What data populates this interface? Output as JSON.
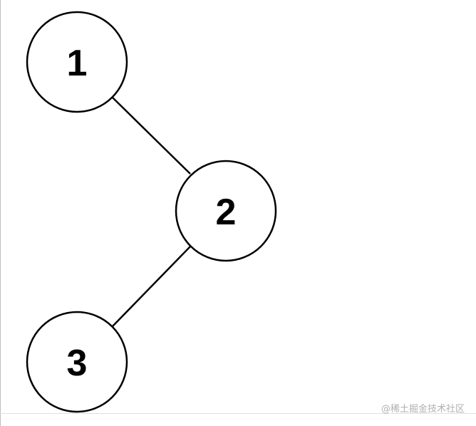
{
  "diagram": {
    "nodes": [
      {
        "id": "n1",
        "label": "1"
      },
      {
        "id": "n2",
        "label": "2"
      },
      {
        "id": "n3",
        "label": "3"
      }
    ],
    "edges": [
      {
        "from": "n1",
        "to": "n2"
      },
      {
        "from": "n2",
        "to": "n3"
      }
    ],
    "colors": {
      "stroke": "#000000",
      "fill": "#ffffff"
    }
  },
  "watermark": {
    "text": "@稀土掘金技术社区"
  }
}
